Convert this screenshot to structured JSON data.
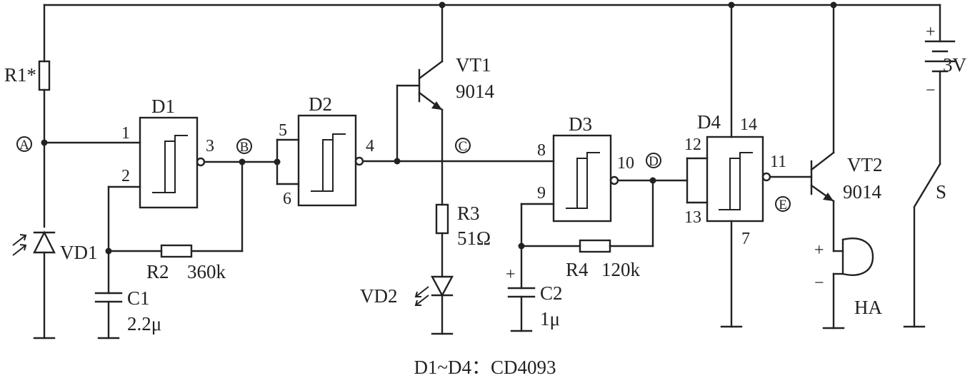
{
  "components": {
    "r1": "R1*",
    "vd1": "VD1",
    "c1": "C1",
    "c1_value": "2.2μ",
    "r2": "R2",
    "r2_value": "360k",
    "d1": "D1",
    "d2": "D2",
    "vt1": "VT1",
    "vt1_model": "9014",
    "r3": "R3",
    "r3_value": "51Ω",
    "vd2": "VD2",
    "d3": "D3",
    "r4": "R4",
    "r4_value": "120k",
    "c2": "C2",
    "c2_value": "1μ",
    "d4": "D4",
    "vt2": "VT2",
    "vt2_model": "9014",
    "ha": "HA",
    "battery": "3V",
    "switch": "S"
  },
  "pins": {
    "d1_in1": "1",
    "d1_in2": "2",
    "d1_out": "3",
    "d2_in1": "5",
    "d2_in2": "6",
    "d2_out": "4",
    "d3_in1": "8",
    "d3_in2": "9",
    "d3_out": "10",
    "d4_in1": "12",
    "d4_in2": "13",
    "d4_out": "11",
    "d4_vdd": "14",
    "d4_vss": "7"
  },
  "nodes": {
    "a": "A",
    "b": "B",
    "c": "C",
    "d": "D",
    "e": "E"
  },
  "polarity": {
    "battery_plus": "+",
    "battery_minus": "−",
    "c2_plus": "+",
    "ha_plus": "+",
    "ha_minus": "−"
  },
  "caption": "D1~D4：CD4093"
}
